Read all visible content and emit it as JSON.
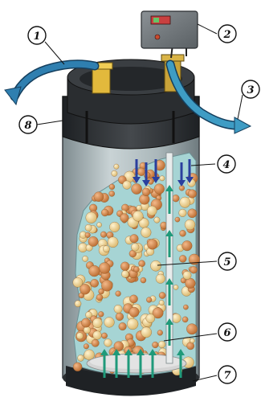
{
  "callouts": [
    {
      "id": "1",
      "label": "1"
    },
    {
      "id": "2",
      "label": "2"
    },
    {
      "id": "3",
      "label": "3"
    },
    {
      "id": "4",
      "label": "4"
    },
    {
      "id": "5",
      "label": "5"
    },
    {
      "id": "6",
      "label": "6"
    },
    {
      "id": "7",
      "label": "7"
    },
    {
      "id": "8",
      "label": "8"
    }
  ],
  "colors": {
    "tank_body": "#b7c2c4",
    "tank_top": "#2e3134",
    "water": "#a6d4d4",
    "bead_orange": "#d88a4a",
    "bead_cream": "#f1d59a",
    "hose": "#2f7fb0",
    "flow_arrow_up": "#1f9a7a",
    "flow_arrow_down": "#2a3f9e",
    "control_box": "#6d7377"
  },
  "icons": [
    "control-box-icon",
    "inlet-hose-icon",
    "outlet-hose-icon"
  ]
}
